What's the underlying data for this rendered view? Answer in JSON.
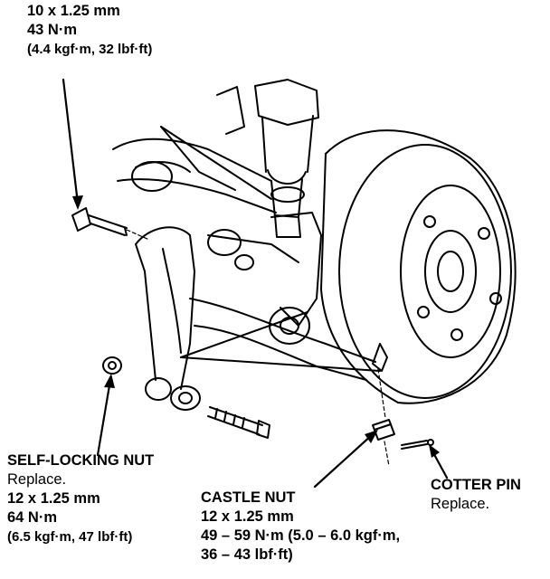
{
  "top_spec": {
    "line1": "10 x 1.25 mm",
    "line2": "43 N·m",
    "line3": "(4.4 kgf·m, 32 lbf·ft)"
  },
  "self_locking_nut": {
    "title": "SELF-LOCKING NUT",
    "note": "Replace.",
    "size": "12 x 1.25 mm",
    "torque": "64 N·m",
    "torque_alt": "(6.5 kgf·m, 47 lbf·ft)"
  },
  "castle_nut": {
    "title": "CASTLE NUT",
    "size": "12 x 1.25 mm",
    "torque": "49 – 59 N·m (5.0 – 6.0 kgf·m,",
    "torque_cont": "36 – 43 lbf·ft)"
  },
  "cotter_pin": {
    "title": "COTTER PIN",
    "note": "Replace."
  }
}
